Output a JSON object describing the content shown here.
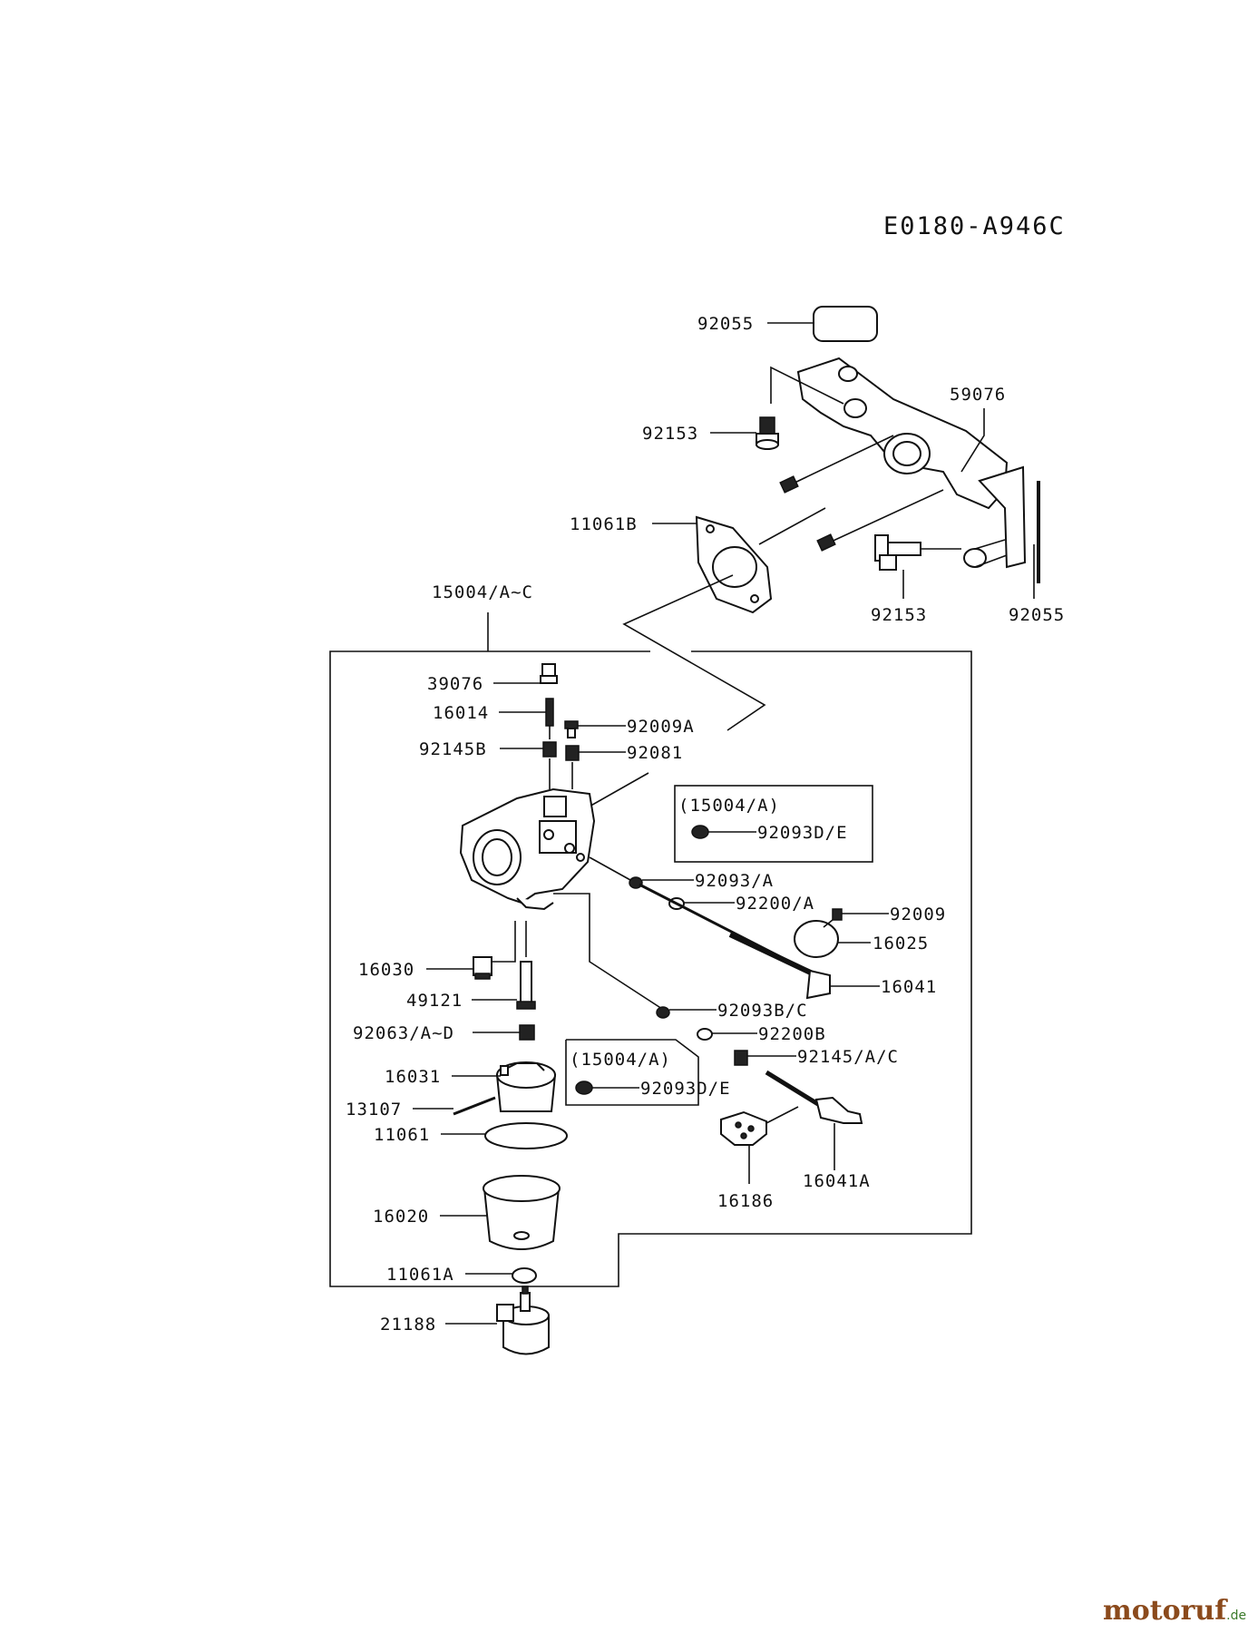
{
  "diagram_code": "E0180-A946C",
  "parts": {
    "p92055_top": "92055",
    "p59076": "59076",
    "p92153_top": "92153",
    "p11061B": "11061B",
    "p92153_bot": "92153",
    "p92055_bot": "92055",
    "p15004": "15004/A~C",
    "p39076": "39076",
    "p16014": "16014",
    "p92009A": "92009A",
    "p92145B": "92145B",
    "p92081": "92081",
    "p92093DE_1": "92093D/E",
    "p92093A": "92093/A",
    "p92200A": "92200/A",
    "p92009": "92009",
    "p16025": "16025",
    "p16030": "16030",
    "p16041": "16041",
    "p49121": "49121",
    "p92093BC": "92093B/C",
    "p92063": "92063/A~D",
    "p92200B": "92200B",
    "p92145AC": "92145/A/C",
    "p16031": "16031",
    "p92093DE_2": "92093D/E",
    "p13107": "13107",
    "p11061": "11061",
    "p16041A": "16041A",
    "p16186": "16186",
    "p16020": "16020",
    "p11061A": "11061A",
    "p21188": "21188"
  },
  "variant_boxes": {
    "box1": "(15004/A)",
    "box2": "(15004/A)"
  },
  "watermark": {
    "brand": "motoruf",
    "tld": ".de",
    "brand_color": "#8b4a1c",
    "tld_color": "#3a7a2a"
  }
}
